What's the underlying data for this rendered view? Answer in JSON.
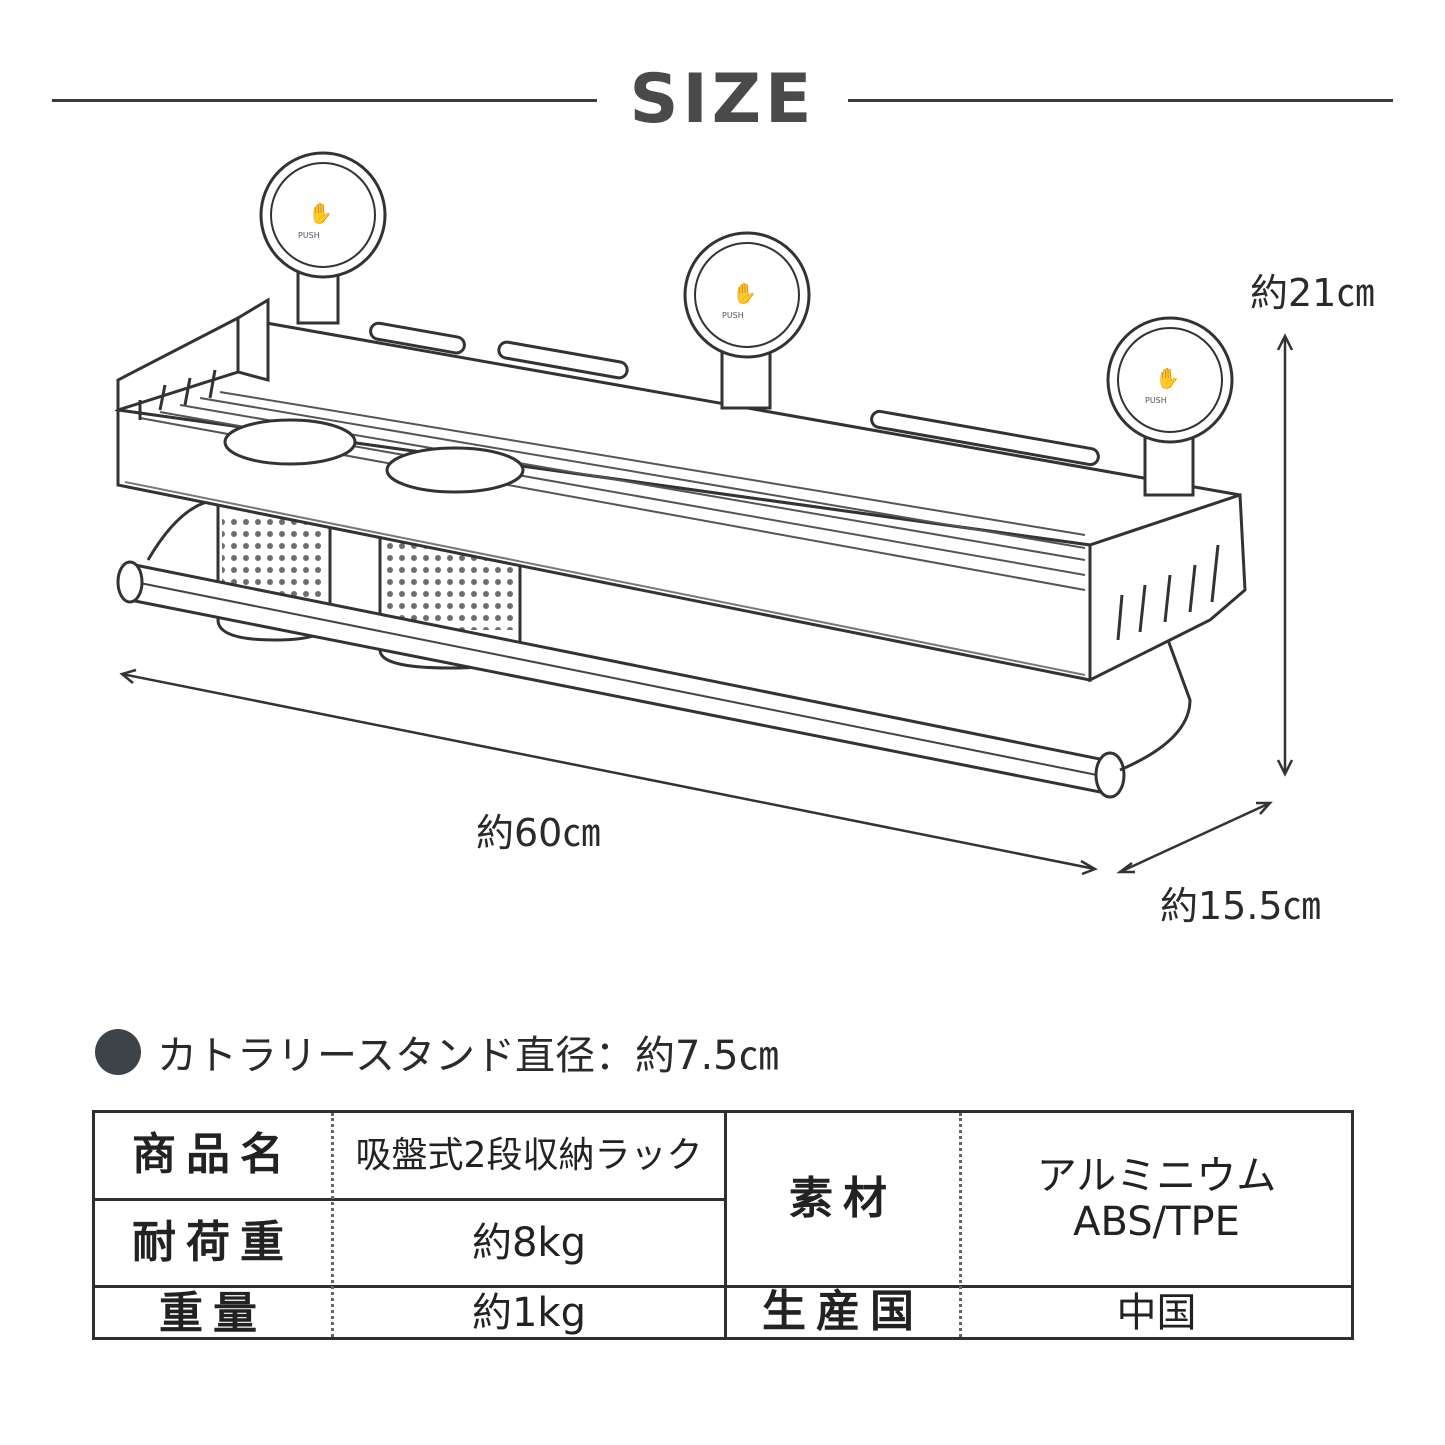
{
  "title": "SIZE",
  "dimensions": {
    "height": "約21㎝",
    "width": "約60㎝",
    "depth": "約15.5㎝"
  },
  "note": "カトラリースタンド直径：約7.5㎝",
  "suction_label": "PUSH",
  "table": {
    "product_name_label": "商品名",
    "product_name_value": "吸盤式2段収納ラック",
    "load_label": "耐荷重",
    "load_value": "約8kg",
    "weight_label": "重量",
    "weight_value": "約1kg",
    "material_label": "素材",
    "material_value_1": "アルミニウム",
    "material_value_2": "ABS/TPE",
    "origin_label": "生産国",
    "origin_value": "中国"
  }
}
